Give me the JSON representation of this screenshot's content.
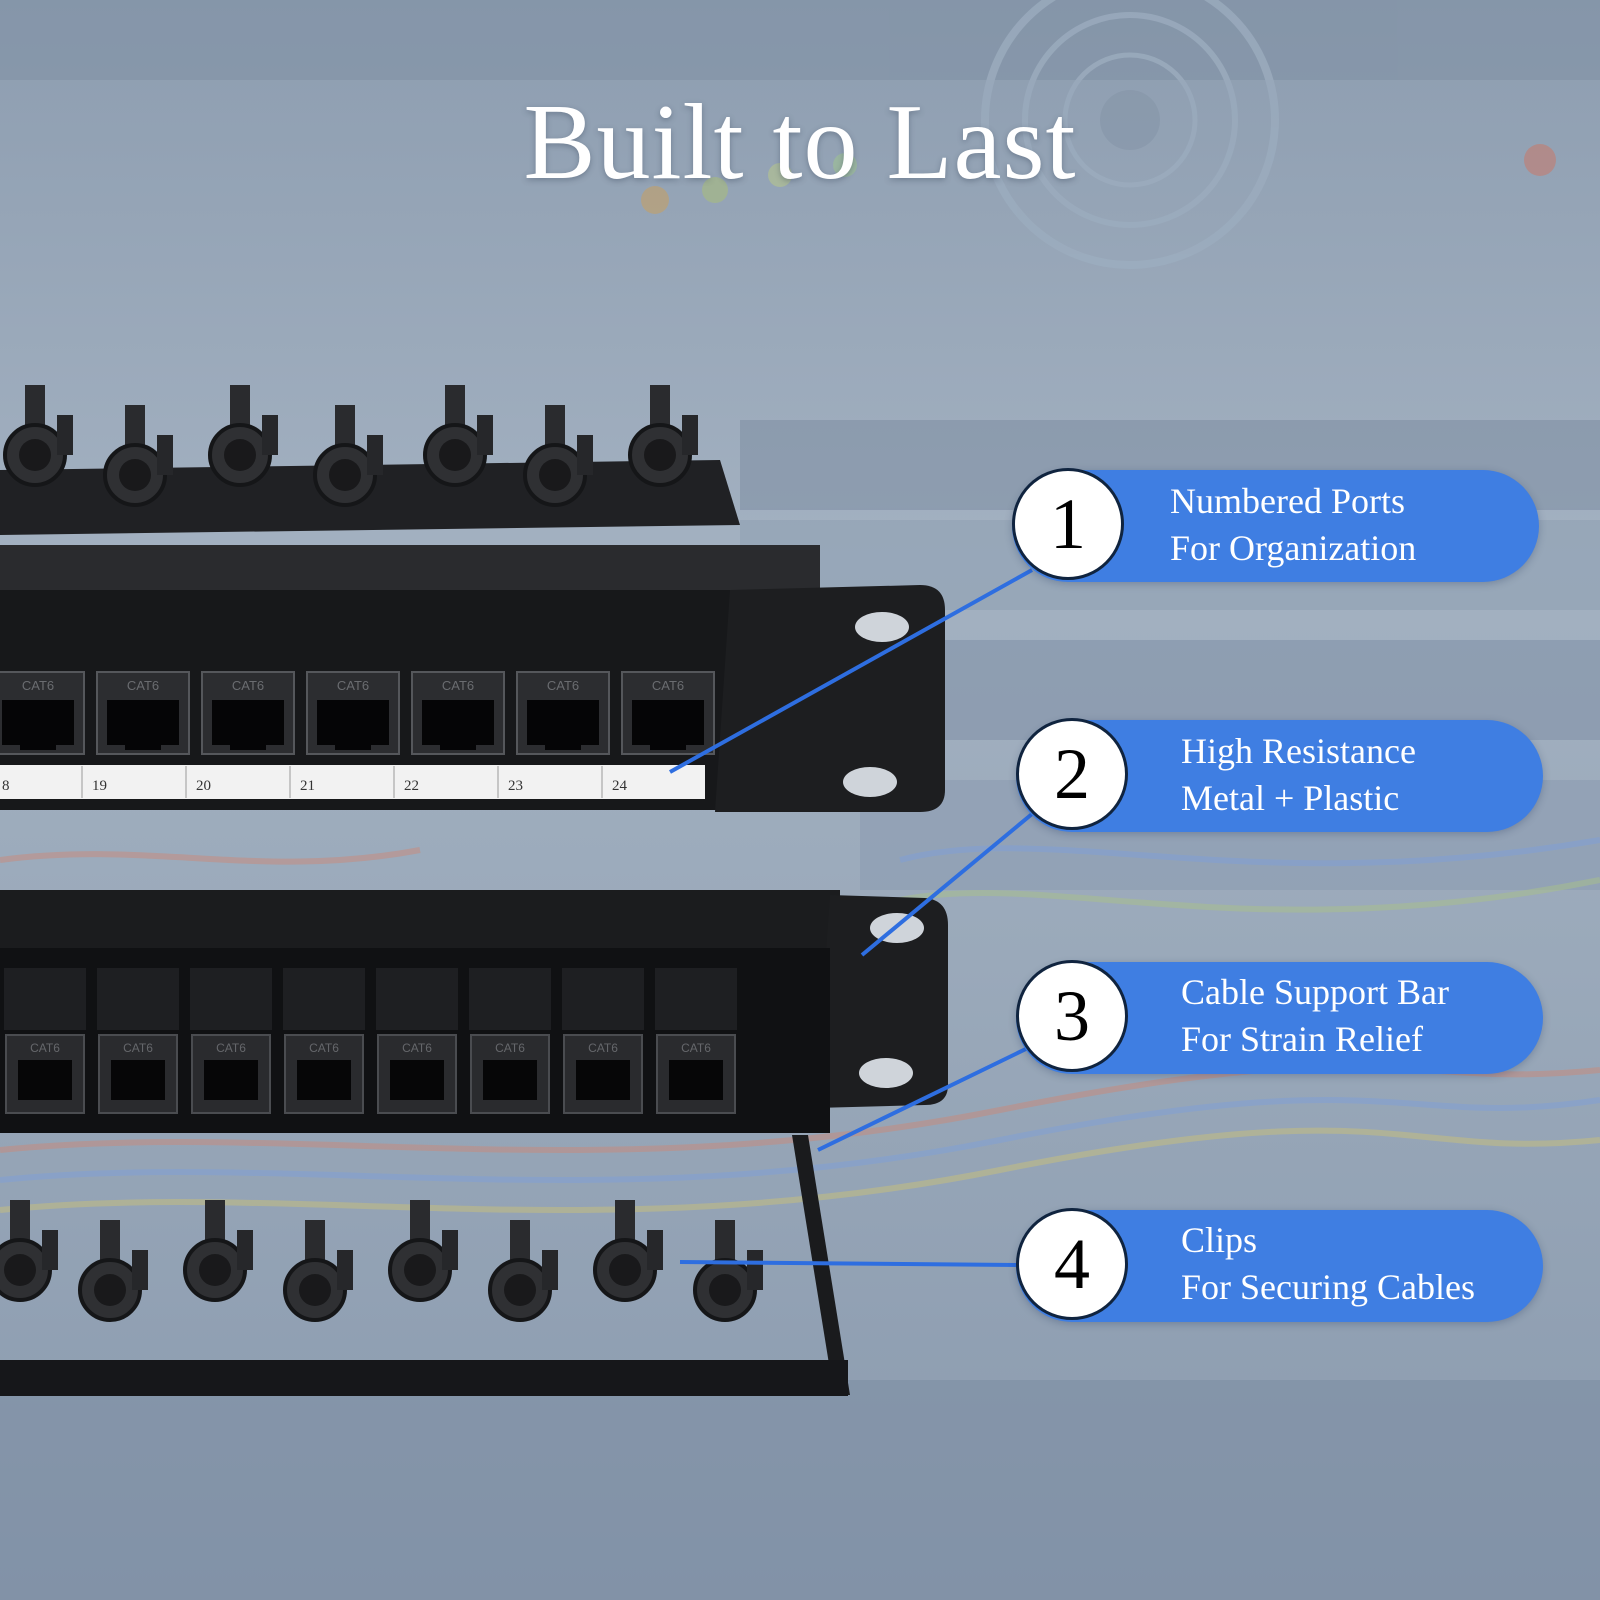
{
  "headline": "Built to Last",
  "port_numbers": [
    "8",
    "19",
    "20",
    "21",
    "22",
    "23",
    "24"
  ],
  "port_jack_label": "CAT6",
  "callouts": [
    {
      "number": "1",
      "line1": "Numbered Ports",
      "line2": "For Organization"
    },
    {
      "number": "2",
      "line1": "High Resistance",
      "line2": "Metal + Plastic"
    },
    {
      "number": "3",
      "line1": "Cable Support Bar",
      "line2": "For Strain Relief"
    },
    {
      "number": "4",
      "line1": "Clips",
      "line2": "For Securing Cables"
    }
  ],
  "colors": {
    "callout_fill": "#3f7ee2",
    "leader_line": "#2e6ee0",
    "panel": "#151618",
    "label_strip": "#f2f2f2"
  }
}
